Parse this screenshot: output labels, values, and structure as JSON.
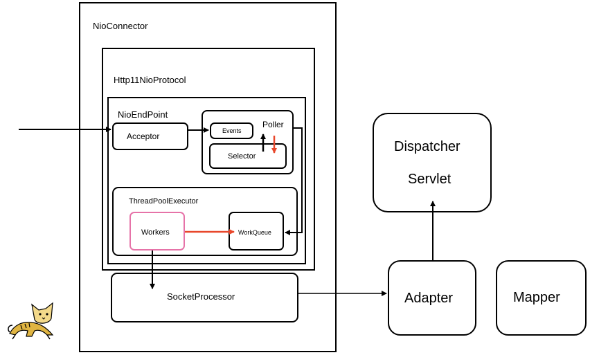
{
  "diagram": {
    "nio_connector": "NioConnector",
    "protocol": "Http11NioProtocol",
    "endpoint": "NioEndPoint",
    "acceptor": "Acceptor",
    "events": "Events",
    "poller": "Poller",
    "selector": "Selector",
    "thread_pool": "ThreadPoolExecutor",
    "workers": "Workers",
    "work_queue": "WorkQueue",
    "socket_processor": "SocketProcessor",
    "dispatcher_line1": "Dispatcher",
    "dispatcher_line2": "Servlet",
    "adapter": "Adapter",
    "mapper": "Mapper"
  },
  "colors": {
    "stroke": "#000000",
    "accent_arrow": "#e8472b",
    "workers_border": "#e673a8",
    "tomcat_body": "#e0b542"
  },
  "icons": [
    "tomcat-logo-icon"
  ]
}
